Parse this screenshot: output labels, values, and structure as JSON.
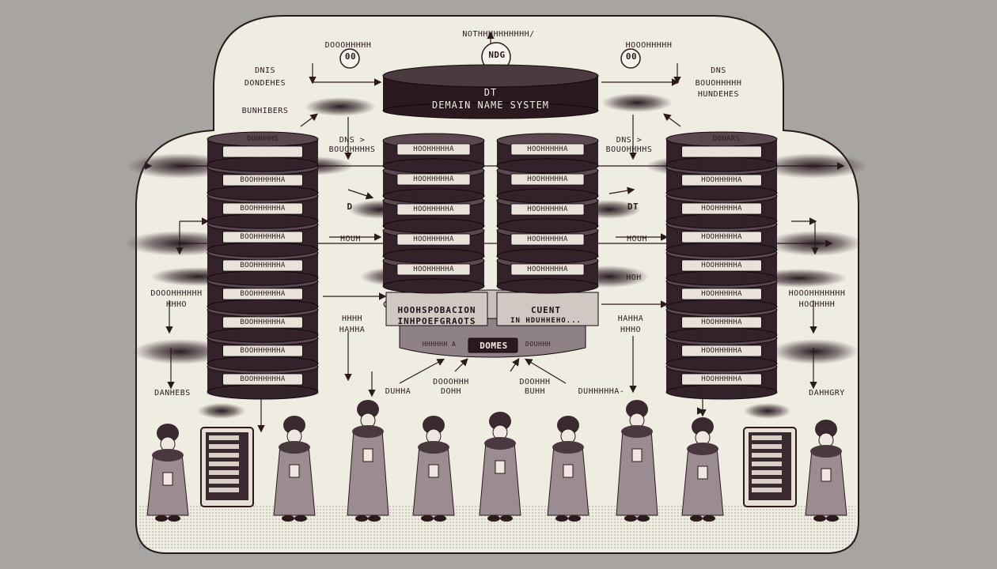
{
  "colors": {
    "background": "#a8a4a1",
    "panel": "#efece2",
    "ink": "#2a1a1c",
    "cylinder": "#33222a",
    "plate": "#e8e2d8"
  },
  "labels": {
    "top_small": "NOTHHHHHHHHHH/",
    "top_badge": "NDG",
    "top_left_header": "DOOOHHHHH",
    "top_right_header": "HOOOHHHHH",
    "left_badge": "00",
    "right_badge": "00",
    "left_block": [
      "DNIS",
      "DONDEHES",
      "BUNHIBERS"
    ],
    "right_block": [
      "DNS",
      "BOUOHHHHH",
      "HUNDEHES"
    ],
    "dt": "DT",
    "title": "DEMAIN NAME SYSTEM",
    "left_stack_top": "DOHHHHS",
    "right_stack_top": "DOHARS",
    "left_mid_arrow": "DNS > BOUOHHHHS",
    "right_mid_arrow": "DNS > BOUOHHHHS",
    "left_d": "D",
    "right_d": "DT",
    "left_mid2": "HOUH",
    "right_mid2": "HOUH",
    "right_mid3": "HOH",
    "left_side": [
      "DOOOHHHHHH",
      "HHHO"
    ],
    "right_side": [
      "HOOOHHHHHHH",
      "HOOHHHH"
    ],
    "left_bottom_mid": [
      "HHHH",
      "HAHHA"
    ],
    "right_bottom_mid": [
      "HAHHA",
      "HHHO"
    ],
    "core_left": [
      "HOOHSPOBACION",
      "INHPOEFGRAOTS"
    ],
    "core_right": [
      "CUENT",
      "IN HDUHHEHO..."
    ],
    "core_left_small": "HHHHHH A",
    "core_right_small": "DOUHHH",
    "domes": "DOMES",
    "left_bottom": "DANHEBS",
    "right_bottom": "DAHHGRY",
    "bottom_1": "DUHHA",
    "bottom_2": [
      "DOOOHHH",
      "DOHH"
    ],
    "bottom_3": [
      "DOOHHH",
      "BUHH"
    ],
    "bottom_4": "DUHHHHHA-",
    "plate_left": "BOOHHHHHHA",
    "plate_core": "HOOHHHHHA",
    "plate_right": "HOOHHHHHA"
  }
}
